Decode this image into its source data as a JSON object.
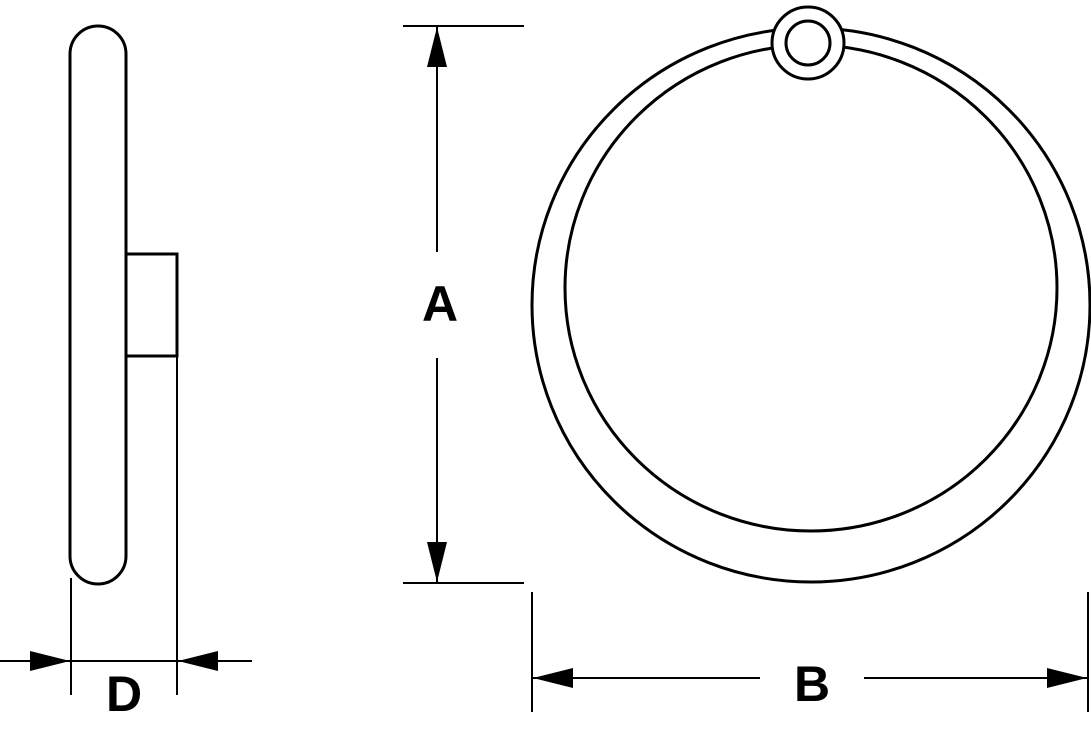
{
  "diagram": {
    "stroke_color": "#000000",
    "background_color": "#ffffff",
    "dimensions": {
      "height": {
        "label": "A"
      },
      "width": {
        "label": "B"
      },
      "depth": {
        "label": "D"
      }
    }
  }
}
